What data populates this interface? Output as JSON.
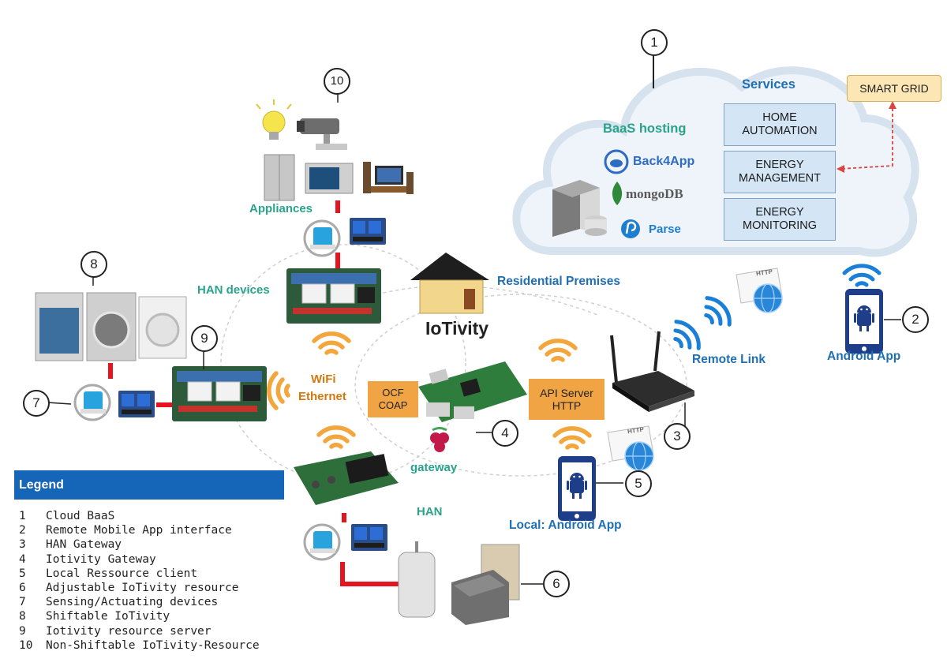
{
  "services_title": "Services",
  "baas_label": "BaaS hosting",
  "back4app": "Back4App",
  "mongodb": "mongoDB",
  "parse": "Parse",
  "services": [
    "HOME AUTOMATION",
    "ENERGY MANAGEMENT",
    "ENERGY MONITORING"
  ],
  "smart_grid": "SMART GRID",
  "labels": {
    "appliances": "Appliances",
    "han_devices": "HAN devices",
    "residential": "Residential Premises",
    "remote_link": "Remote Link",
    "android_app": "Android App",
    "wifi": "WiFi",
    "ethernet": "Ethernet",
    "gateway": "gateway",
    "han": "HAN",
    "local_android": "Local: Android App",
    "iotivity": "IoTivity",
    "http": "HTTP"
  },
  "boxes": {
    "ocf": "OCF",
    "coap": "COAP",
    "api_server": "API Server",
    "api_http": "HTTP"
  },
  "numbers": [
    "1",
    "2",
    "3",
    "4",
    "5",
    "6",
    "7",
    "8",
    "9",
    "10"
  ],
  "legend": {
    "title": "Legend",
    "items": [
      {
        "n": "1",
        "text": "Cloud BaaS"
      },
      {
        "n": "2",
        "text": "Remote Mobile App interface"
      },
      {
        "n": "3",
        "text": "HAN Gateway"
      },
      {
        "n": "4",
        "text": "Iotivity Gateway"
      },
      {
        "n": "5",
        "text": "Local Ressource client"
      },
      {
        "n": "6",
        "text": "Adjustable IoTivity resource"
      },
      {
        "n": "7",
        "text": "Sensing/Actuating devices"
      },
      {
        "n": "8",
        "text": "Shiftable IoTivity"
      },
      {
        "n": "9",
        "text": "Iotivity resource server"
      },
      {
        "n": "10",
        "text": "Non-Shiftable IoTivity-Resource"
      }
    ]
  },
  "colors": {
    "teal": "#2aa38b",
    "blue": "#1f6fb2",
    "orange": "#d2780e",
    "legend_bar": "#1565b8",
    "wifi": "#f3a63b",
    "red_link": "#e4151f",
    "cloud_fill": "#eef4fa",
    "service_box": "#d4e5f6",
    "smart_grid": "#fbe6b4"
  }
}
